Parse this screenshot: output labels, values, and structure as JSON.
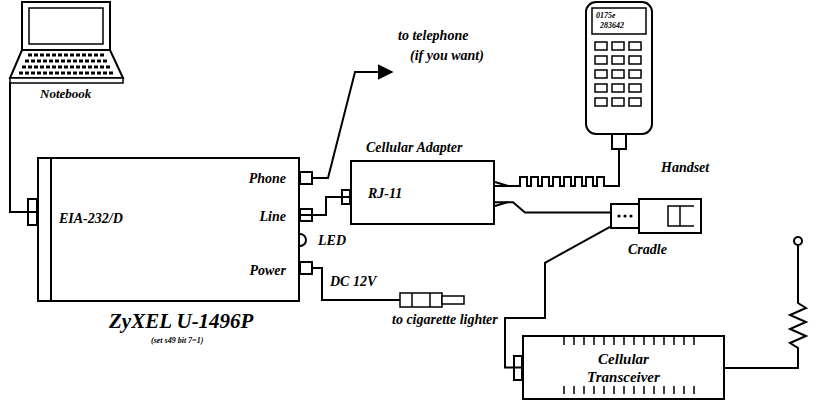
{
  "diagram": {
    "nodes": [
      {
        "text": [
          "Notebook"
        ]
      },
      {
        "text": [
          "EIA-232/D",
          "Phone",
          "Line",
          "Power",
          "ZyXEL U-1496P",
          "(set s49 bit 7=1)"
        ]
      },
      {
        "text": [
          "Cellular Adapter",
          "RJ-11"
        ]
      },
      {
        "text": [
          "Handset"
        ]
      },
      {
        "text": [
          "Cradle"
        ]
      },
      {
        "text": [
          "Cellular Transceiver"
        ]
      }
    ],
    "edges": [
      {
        "from": 0,
        "to": 1,
        "arrow": "none"
      },
      {
        "from": 1,
        "to": 2,
        "arrow": "none"
      },
      {
        "from": 2,
        "to": 3,
        "arrow": "none"
      },
      {
        "from": 2,
        "to": 4,
        "arrow": "none"
      },
      {
        "from": 4,
        "to": 5,
        "arrow": "none"
      }
    ],
    "labels": [
      "to telephone",
      "(if you want)",
      "LED",
      "DC 12V",
      "to cigarette lighter",
      "0175e",
      "283642"
    ]
  }
}
